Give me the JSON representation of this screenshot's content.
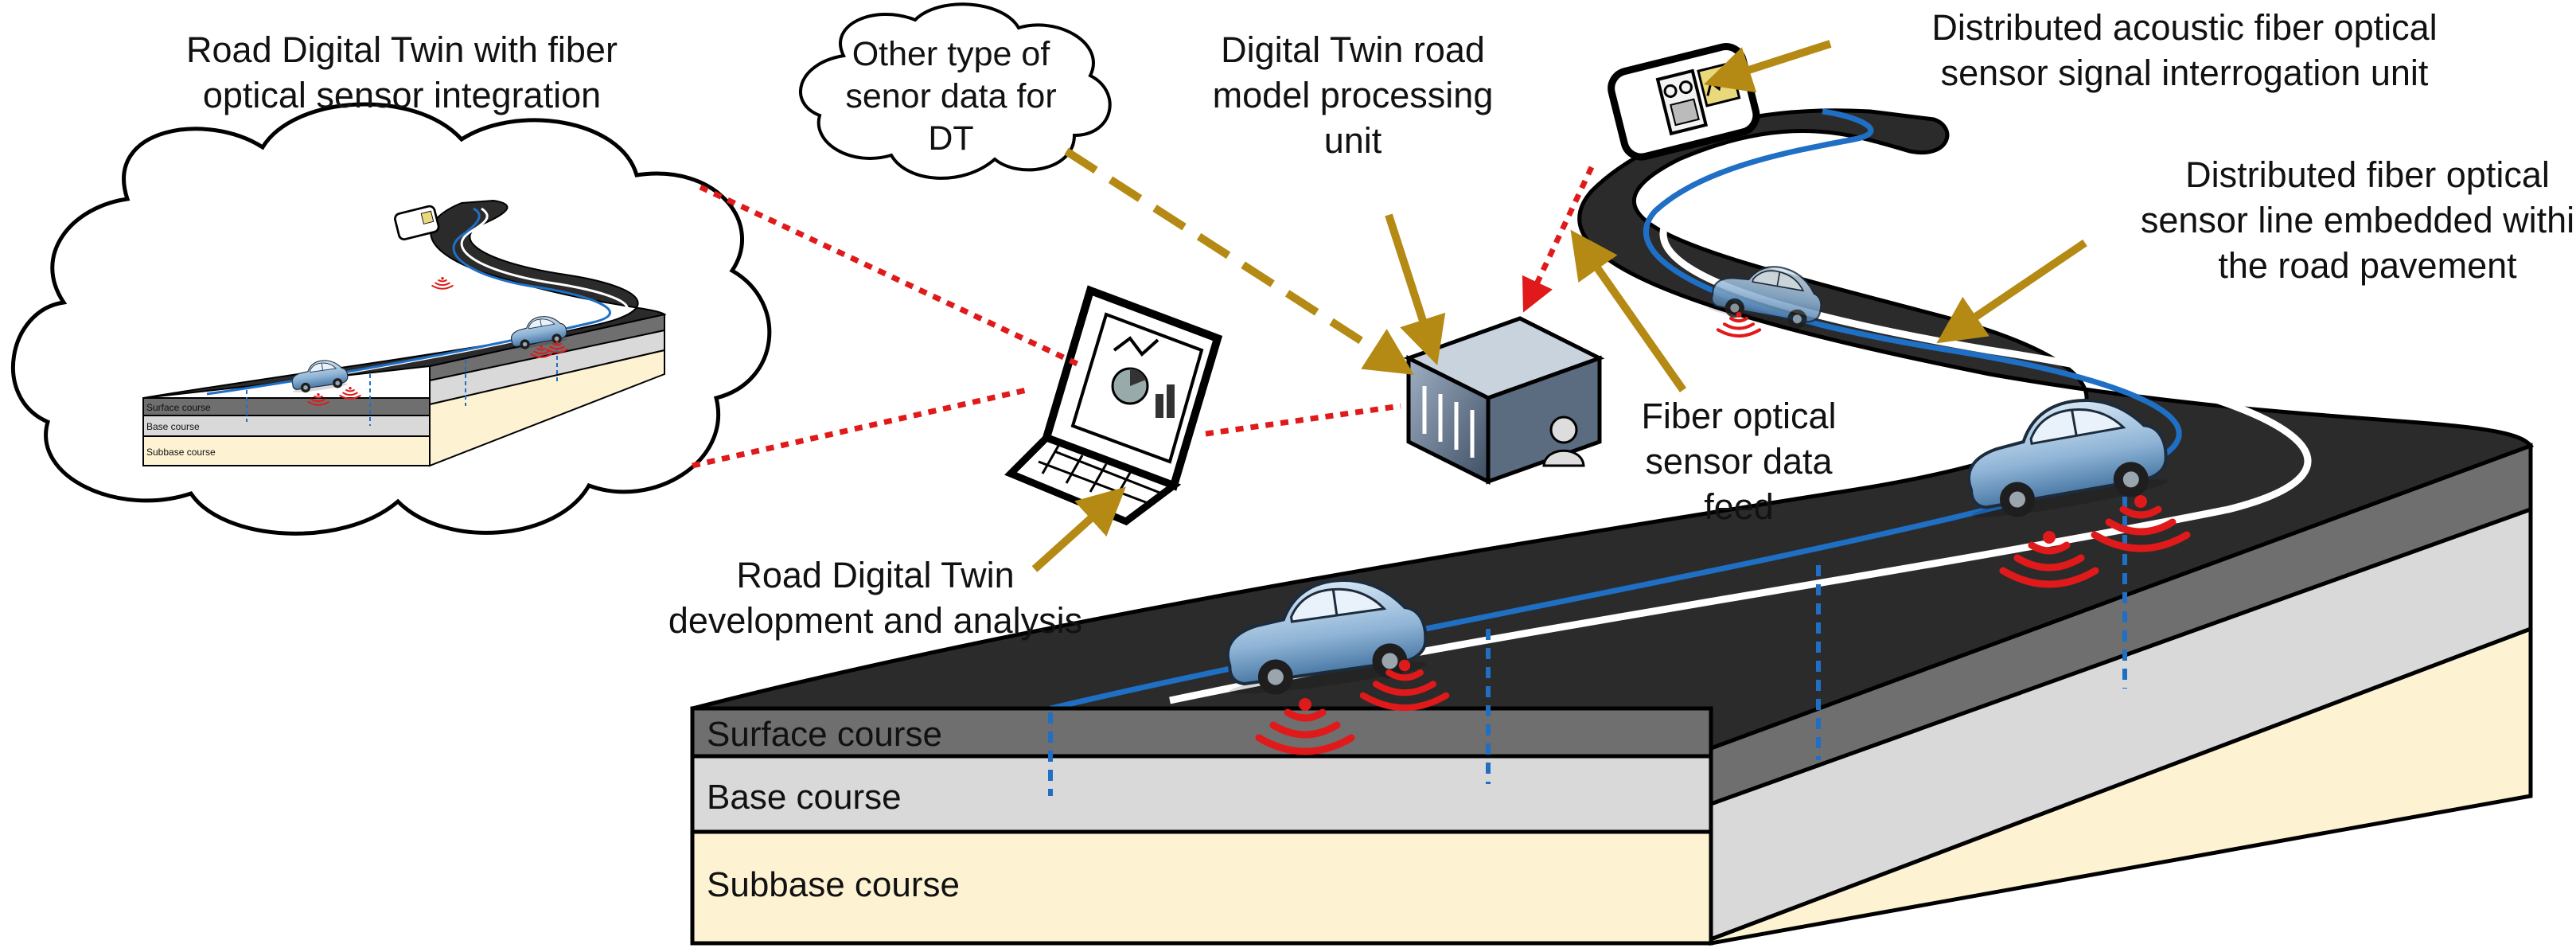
{
  "labels": {
    "road_dt_title": [
      "Road Digital Twin with fiber",
      "optical sensor integration"
    ],
    "other_data": [
      "Other type of",
      "senor data for",
      "DT"
    ],
    "processing_unit": [
      "Digital Twin road",
      "model processing",
      "unit"
    ],
    "interrogation_unit": [
      "Distributed acoustic fiber optical",
      "sensor signal interrogation unit"
    ],
    "sensor_line": [
      "Distributed fiber optical",
      "sensor line embedded within",
      "the road pavement"
    ],
    "data_feed": [
      "Fiber optical",
      "sensor data",
      "feed"
    ],
    "development": [
      "Road Digital Twin",
      "development and analysis"
    ]
  },
  "layers": {
    "surface": "Surface course",
    "base": "Base course",
    "subbase": "Subbase course"
  },
  "colors": {
    "arrow": "#b48a14",
    "dotted_link": "#e01a1a",
    "fiber": "#1f6fc4",
    "asphalt": "#2b2b2b",
    "surface_layer": "#6f6f6f",
    "base_layer": "#d9d9d9",
    "subbase_layer": "#fdf3d3",
    "car": "#8fb4d6",
    "signal": "#e01a1a"
  },
  "icons": [
    "cloud-icon",
    "laptop-icon",
    "server-icon",
    "interrogator-icon",
    "car-icon",
    "sensor-signal-icon"
  ]
}
